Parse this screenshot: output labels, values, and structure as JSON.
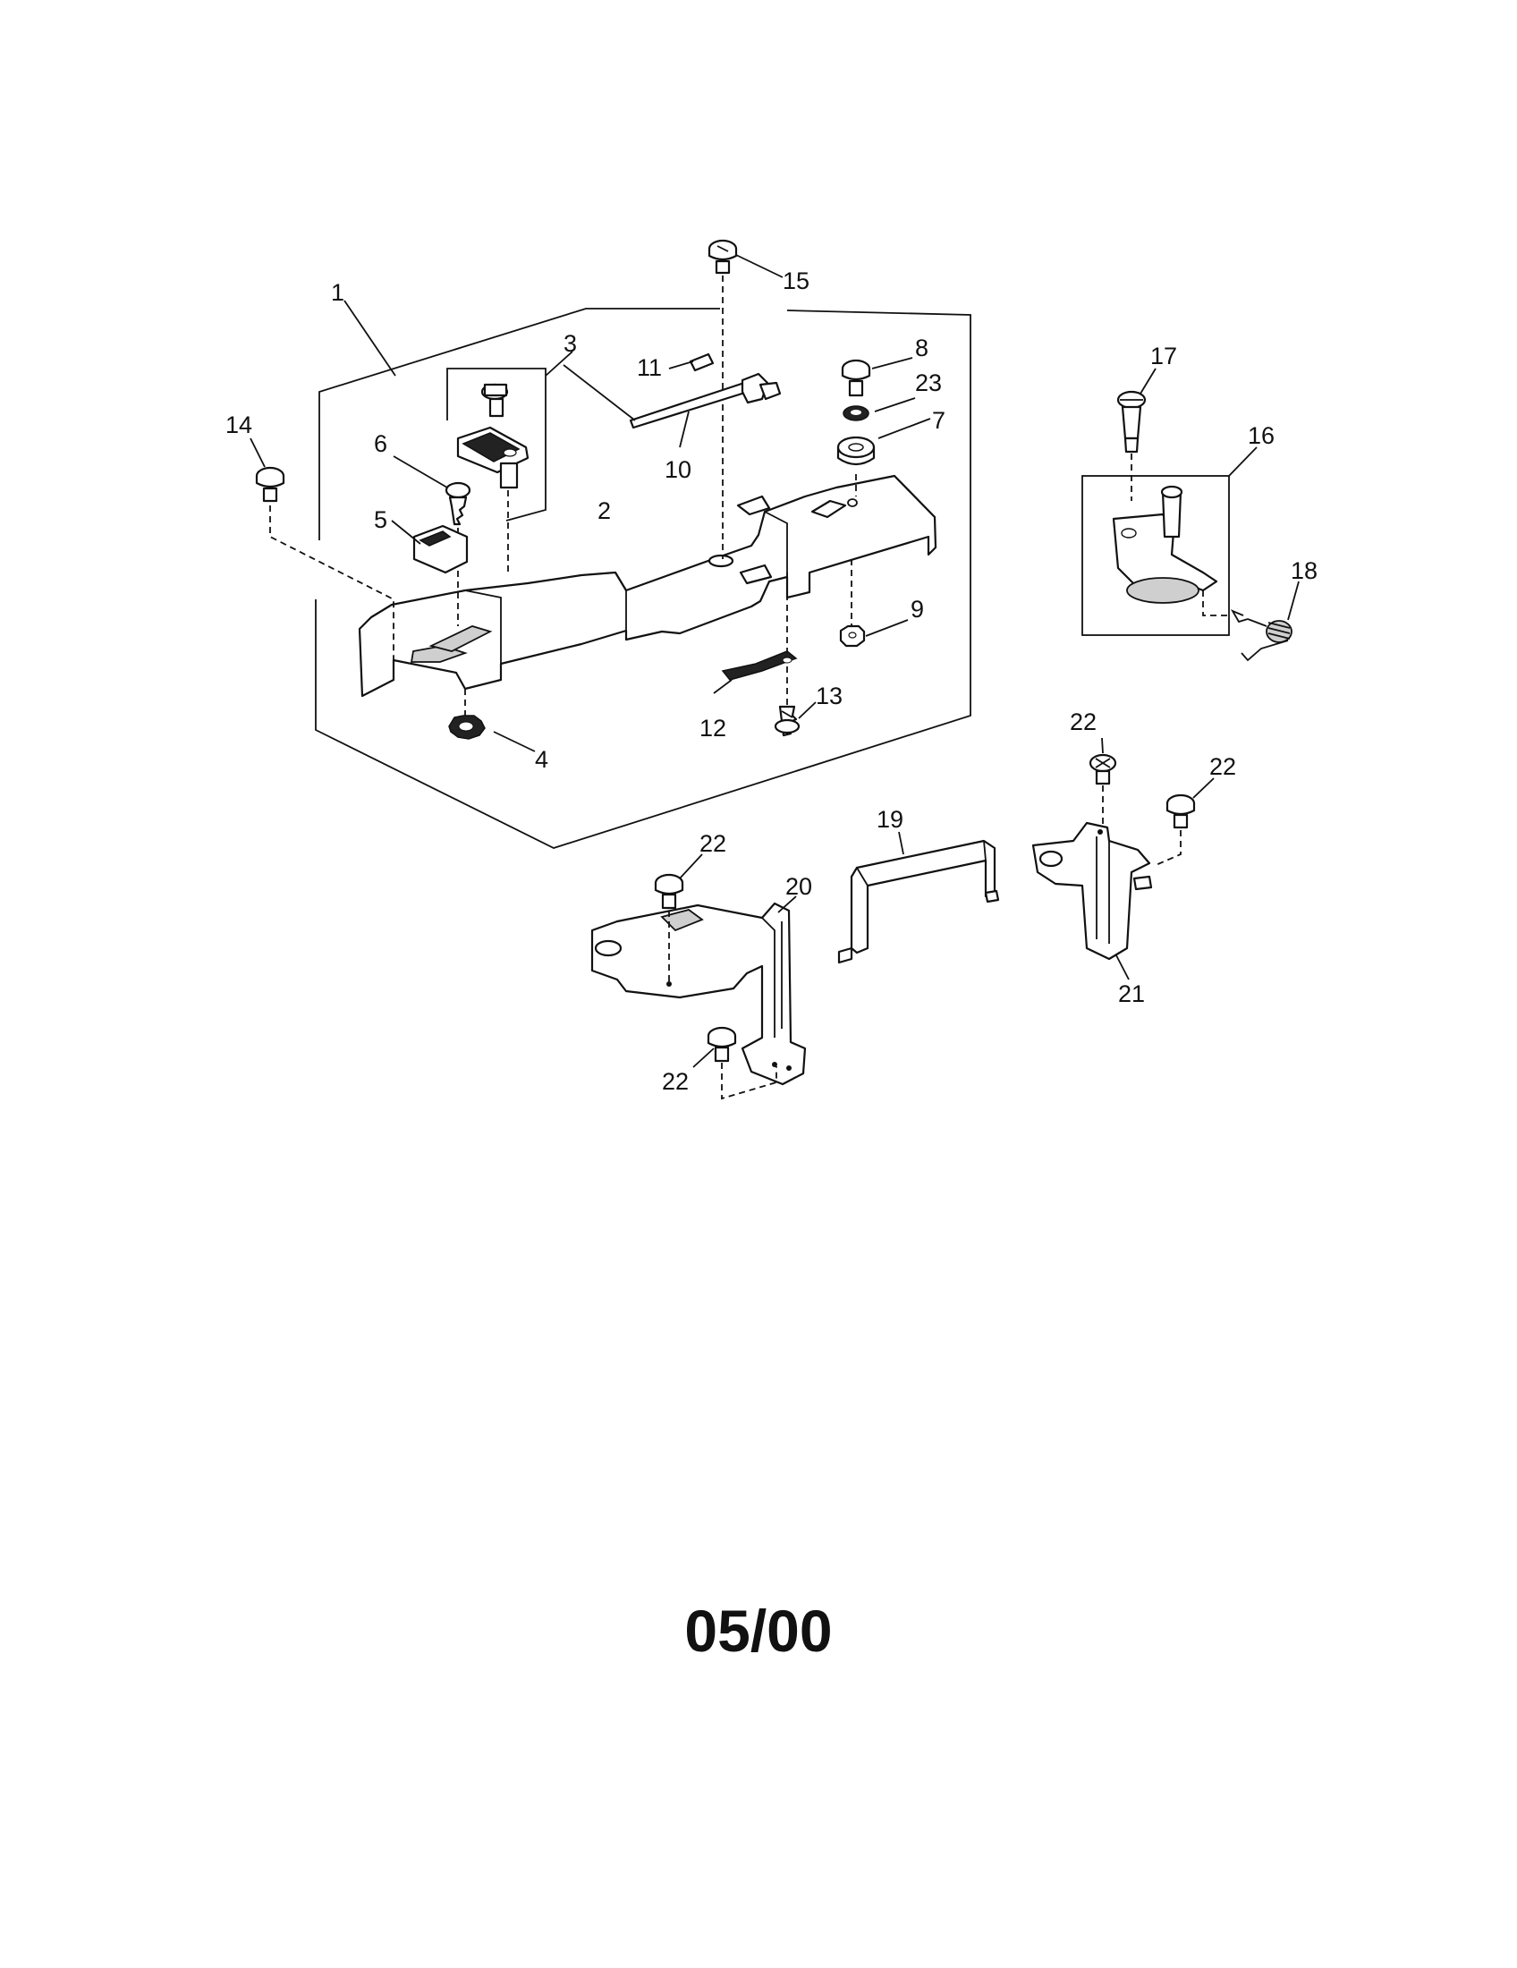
{
  "diagram": {
    "callouts": [
      {
        "id": "1",
        "text": "1"
      },
      {
        "id": "2",
        "text": "2"
      },
      {
        "id": "3",
        "text": "3"
      },
      {
        "id": "4",
        "text": "4"
      },
      {
        "id": "5",
        "text": "5"
      },
      {
        "id": "6",
        "text": "6"
      },
      {
        "id": "7",
        "text": "7"
      },
      {
        "id": "8",
        "text": "8"
      },
      {
        "id": "9",
        "text": "9"
      },
      {
        "id": "10",
        "text": "10"
      },
      {
        "id": "11",
        "text": "11"
      },
      {
        "id": "12",
        "text": "12"
      },
      {
        "id": "13",
        "text": "13"
      },
      {
        "id": "14",
        "text": "14"
      },
      {
        "id": "15",
        "text": "15"
      },
      {
        "id": "16",
        "text": "16"
      },
      {
        "id": "17",
        "text": "17"
      },
      {
        "id": "18",
        "text": "18"
      },
      {
        "id": "19",
        "text": "19"
      },
      {
        "id": "20",
        "text": "20"
      },
      {
        "id": "21",
        "text": "21"
      },
      {
        "id": "22a",
        "text": "22"
      },
      {
        "id": "22b",
        "text": "22"
      },
      {
        "id": "22c",
        "text": "22"
      },
      {
        "id": "22d",
        "text": "22"
      },
      {
        "id": "23",
        "text": "23"
      }
    ]
  },
  "footer": {
    "date_code": "05/00"
  }
}
